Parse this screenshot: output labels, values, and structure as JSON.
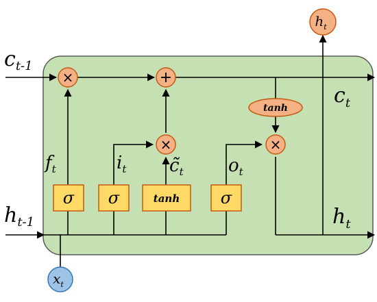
{
  "diagram": {
    "inputs": {
      "c_prev": {
        "main": "c",
        "sub": "t-1"
      },
      "h_prev": {
        "main": "h",
        "sub": "t-1"
      },
      "x": {
        "main": "x",
        "sub": "t"
      }
    },
    "outputs": {
      "c": {
        "main": "c",
        "sub": "t"
      },
      "h_right": {
        "main": "h",
        "sub": "t"
      },
      "h_top": {
        "main": "h",
        "sub": "t"
      }
    },
    "gates": {
      "forget": "σ",
      "input": "σ",
      "candidate": "tanh",
      "output": "σ",
      "cell_tanh": "tanh"
    },
    "operators": {
      "multiply": "×",
      "add": "+"
    },
    "signals": {
      "f": {
        "main": "f",
        "sub": "t"
      },
      "i": {
        "main": "i",
        "sub": "t"
      },
      "c_tilde": {
        "main": "c̃",
        "sub": "t"
      },
      "o": {
        "main": "o",
        "sub": "t"
      }
    },
    "colors": {
      "cell_fill": "#c5e0b3",
      "cell_stroke": "#595959",
      "gate_fill": "#ffd966",
      "gate_stroke": "#c55a11",
      "op_fill": "#f4b183",
      "op_stroke": "#c55a11",
      "input_fill": "#9dc3e6",
      "input_stroke": "#2e75b6",
      "line": "#000000"
    }
  }
}
